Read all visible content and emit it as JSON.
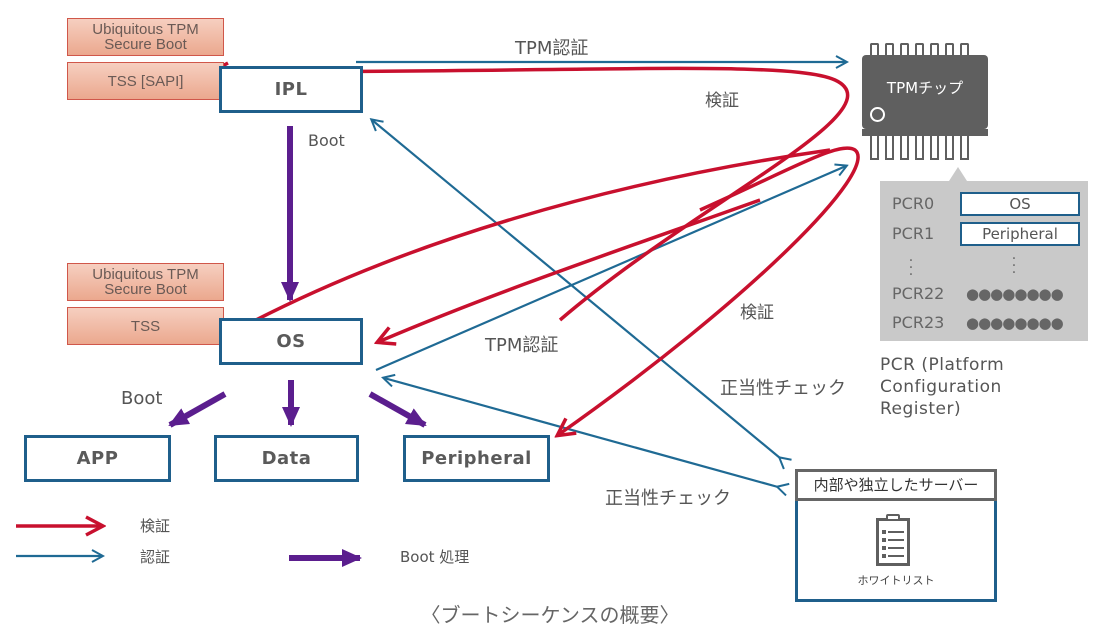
{
  "colors": {
    "verify_red": "#c8102e",
    "auth_blue": "#1f6a94",
    "boot_purple": "#5b1e8e",
    "node_border": "#1f5f8b",
    "tss_fill": "#eba88e",
    "chip_gray": "#5f5f5f",
    "pcr_panel": "#c9c9c9"
  },
  "left_stack_top": {
    "title": "Ubiquitous TPM Secure Boot",
    "title_line1": "Ubiquitous TPM",
    "title_line2": "Secure Boot",
    "tss": "TSS [SAPI]"
  },
  "left_stack_mid": {
    "title_line1": "Ubiquitous TPM",
    "title_line2": "Secure Boot",
    "tss": "TSS"
  },
  "nodes": {
    "ipl": "IPL",
    "os": "OS",
    "app": "APP",
    "data": "Data",
    "peripheral": "Peripheral"
  },
  "labels": {
    "boot_ipl_os": "Boot",
    "boot_os_children": "Boot",
    "tpm_auth_top": "TPM認証",
    "verify_top": "検証",
    "tpm_auth_mid": "TPM認証",
    "verify_mid": "検証",
    "legitimacy_check_1": "正当性チェック",
    "legitimacy_check_2": "正当性チェック"
  },
  "tpm_chip": {
    "label": "TPMチップ",
    "icon": "chip-icon"
  },
  "pcr": {
    "rows": [
      {
        "name": "PCR0",
        "value": "OS"
      },
      {
        "name": "PCR1",
        "value": "Peripheral"
      },
      {
        "name": "⋮",
        "value": "⋮"
      },
      {
        "name": "PCR22",
        "value": "●●●●●●●●"
      },
      {
        "name": "PCR23",
        "value": "●●●●●●●●"
      }
    ],
    "caption_line1": "PCR (Platform",
    "caption_line2": "Configuration",
    "caption_line3": "Register)"
  },
  "server": {
    "title": "内部や独立したサーバー",
    "icon": "clipboard-icon",
    "list_label": "ホワイトリスト"
  },
  "legend": [
    {
      "label": "検証",
      "type": "verify"
    },
    {
      "label": "認証",
      "type": "auth"
    },
    {
      "label": "Boot 処理",
      "type": "boot"
    }
  ],
  "caption": "〈ブートシーケンスの概要〉"
}
